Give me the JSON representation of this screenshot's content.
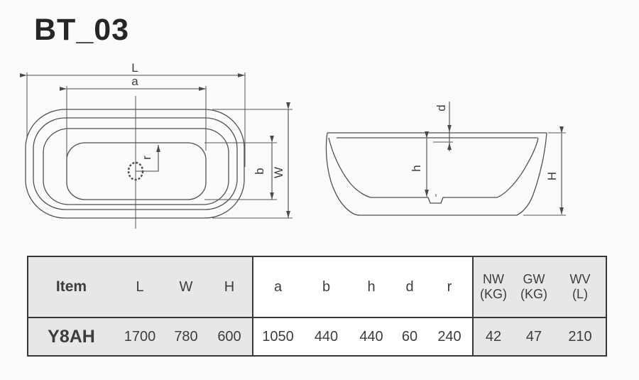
{
  "title": "BT_03",
  "drawing": {
    "plan_view_labels": {
      "L": "L",
      "a": "a",
      "W": "W",
      "b": "b",
      "r": "r"
    },
    "side_view_labels": {
      "d": "d",
      "h": "h",
      "H": "H"
    }
  },
  "table": {
    "header": {
      "item": "Item",
      "L": "L",
      "W": "W",
      "H": "H",
      "a": "a",
      "b": "b",
      "h": "h",
      "d": "d",
      "r": "r",
      "nw": "NW",
      "nw_unit": "(KG)",
      "gw": "GW",
      "gw_unit": "(KG)",
      "wv": "WV",
      "wv_unit": "(L)"
    },
    "row": {
      "item": "Y8AH",
      "L": "1700",
      "W": "780",
      "H": "600",
      "a": "1050",
      "b": "440",
      "h": "440",
      "d": "60",
      "r": "240",
      "nw": "42",
      "gw": "47",
      "wv": "210"
    }
  },
  "colors": {
    "line": "#4f4f4f",
    "table_border": "#383838",
    "gray_cell": "#e7e7e7",
    "text": "#3d3d3d",
    "title_text": "#262626"
  }
}
